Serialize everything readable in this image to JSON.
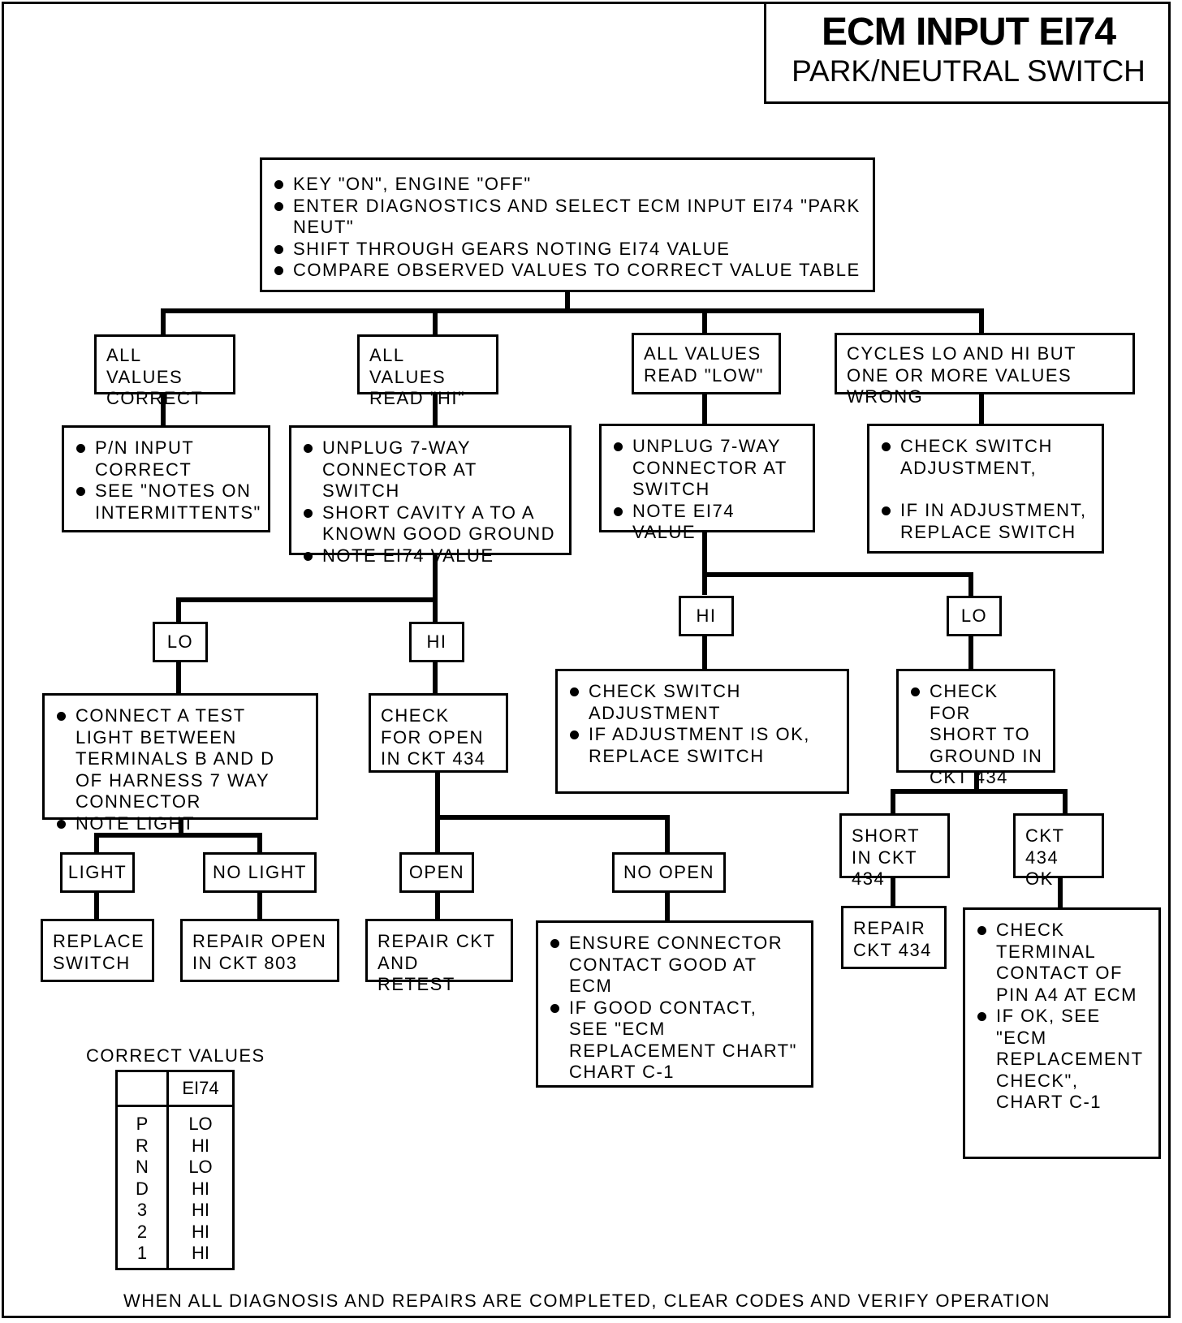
{
  "title": {
    "line1": "ECM INPUT EI74",
    "line2": "PARK/NEUTRAL SWITCH"
  },
  "start": {
    "items": [
      "KEY \"ON\", ENGINE \"OFF\"",
      "ENTER DIAGNOSTICS AND SELECT ECM INPUT EI74 \"PARK NEUT\"",
      "SHIFT THROUGH GEARS NOTING EI74 VALUE",
      "COMPARE OBSERVED VALUES TO CORRECT VALUE TABLE"
    ]
  },
  "branches": {
    "correct": {
      "label": "ALL VALUES CORRECT",
      "items": [
        "P/N INPUT CORRECT",
        "SEE \"NOTES ON INTERMITTENTS\""
      ]
    },
    "hi": {
      "label": "ALL VALUES READ \"HI\"",
      "items": [
        "UNPLUG 7-WAY CONNECTOR AT SWITCH",
        "SHORT CAVITY A TO A KNOWN GOOD GROUND",
        "NOTE EI74 VALUE"
      ],
      "lo": {
        "label": "LO",
        "items": [
          "CONNECT A TEST LIGHT BETWEEN TERMINALS B AND D OF HARNESS 7 WAY CONNECTOR",
          "NOTE LIGHT"
        ],
        "light": {
          "label": "LIGHT",
          "action": "REPLACE SWITCH"
        },
        "nolight": {
          "label": "NO LIGHT",
          "action": "REPAIR OPEN IN CKT 803"
        }
      },
      "hi": {
        "label": "HI",
        "text": "CHECK FOR OPEN IN CKT 434",
        "open": {
          "label": "OPEN",
          "action": "REPAIR CKT AND RETEST"
        },
        "noopen": {
          "label": "NO OPEN",
          "items": [
            "ENSURE CONNECTOR CONTACT GOOD AT ECM",
            "IF GOOD CONTACT, SEE \"ECM REPLACEMENT CHART\" CHART C-1"
          ]
        }
      }
    },
    "low": {
      "label": "ALL VALUES READ \"LOW\"",
      "items": [
        "UNPLUG 7-WAY CONNECTOR AT SWITCH",
        "NOTE EI74 VALUE"
      ],
      "hi": {
        "label": "HI",
        "items": [
          "CHECK SWITCH ADJUSTMENT",
          "IF ADJUSTMENT IS OK, REPLACE SWITCH"
        ]
      },
      "lo": {
        "label": "LO",
        "items": [
          "CHECK FOR SHORT TO GROUND IN CKT 434"
        ],
        "short": {
          "label": "SHORT IN CKT 434",
          "action": "REPAIR CKT 434"
        },
        "ok": {
          "label": "CKT 434 OK",
          "items": [
            "CHECK TERMINAL CONTACT OF PIN A4 AT ECM",
            "IF OK, SEE \"ECM REPLACEMENT CHECK\", CHART C-1"
          ]
        }
      }
    },
    "cycles": {
      "label": "CYCLES LO AND HI BUT ONE OR MORE VALUES WRONG",
      "items": [
        "CHECK SWITCH ADJUSTMENT,",
        "IF IN ADJUSTMENT, REPLACE SWITCH"
      ]
    }
  },
  "correct_values": {
    "label": "CORRECT VALUES",
    "header": "EI74",
    "rows": [
      {
        "gear": "P",
        "value": "LO"
      },
      {
        "gear": "R",
        "value": "HI"
      },
      {
        "gear": "N",
        "value": "LO"
      },
      {
        "gear": "D",
        "value": "HI"
      },
      {
        "gear": "3",
        "value": "HI"
      },
      {
        "gear": "2",
        "value": "HI"
      },
      {
        "gear": "1",
        "value": "HI"
      }
    ]
  },
  "footer": "WHEN ALL DIAGNOSIS AND REPAIRS ARE COMPLETED, CLEAR CODES AND VERIFY OPERATION"
}
